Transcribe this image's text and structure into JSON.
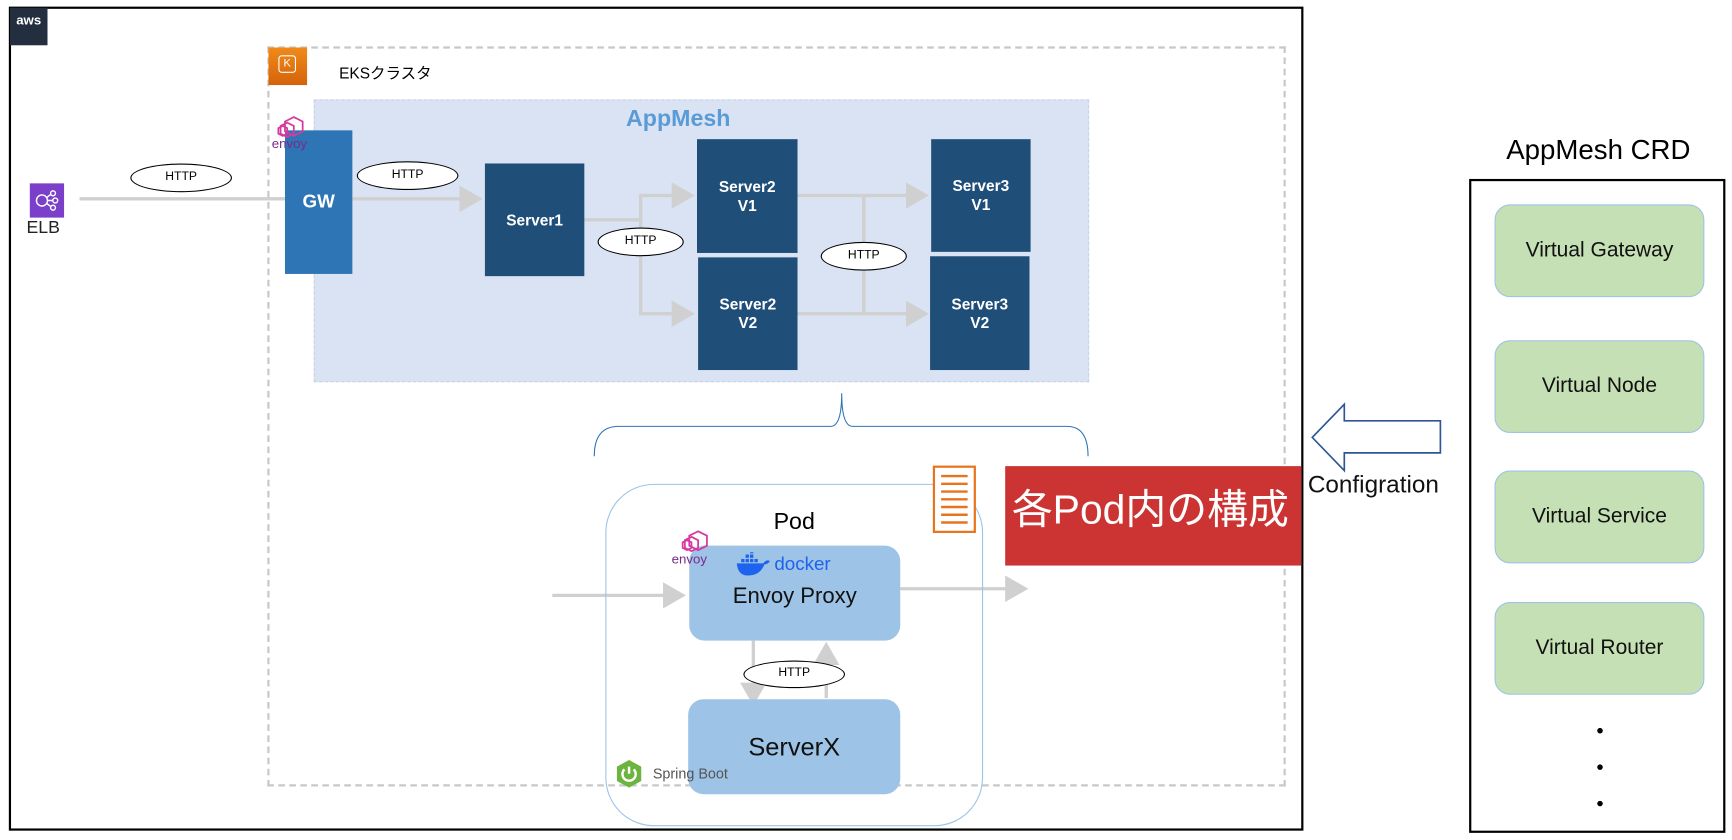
{
  "diagram": {
    "cloud_provider_logo": "aws",
    "cluster": {
      "label": "EKSクラスタ",
      "icon": "eks-kubernetes-icon"
    },
    "mesh": {
      "title": "AppMesh"
    },
    "entry": {
      "label": "ELB",
      "icon": "elb-icon"
    },
    "gateway": {
      "label": "GW",
      "sidecar_logo": "envoy"
    },
    "services": {
      "server1": "Server1",
      "server2_v1": "Server2\nV1",
      "server2_v2": "Server2\nV2",
      "server3_v1": "Server3\nV1",
      "server3_v2": "Server3\nV2"
    },
    "protocol_labels": {
      "elb_to_gw": "HTTP",
      "gw_to_server1": "HTTP",
      "server1_to_server2": "HTTP",
      "server2_to_server3": "HTTP",
      "proxy_to_app": "HTTP"
    },
    "pod_detail": {
      "title": "Pod",
      "callout": "各Pod内の構成",
      "proxy": {
        "label": "Envoy Proxy",
        "container_logo": "docker",
        "sidecar_logo": "envoy"
      },
      "app": {
        "label": "ServerX",
        "framework": "Spring Boot"
      }
    },
    "configuration_arrow": {
      "label": "Configration"
    },
    "crd": {
      "title": "AppMesh CRD",
      "items": [
        "Virtual Gateway",
        "Virtual Node",
        "Virtual Service",
        "Virtual Router"
      ],
      "more_indicator": "..."
    }
  },
  "colors": {
    "gw": "#2e75b6",
    "service": "#1f4e79",
    "mesh_bg": "#dae3f3",
    "mesh_title": "#5b9bd5",
    "pod_box": "#9dc3e6",
    "crd_item": "#c5e0b4",
    "callout": "#cc3333",
    "arrow": "#d0d0d0"
  }
}
